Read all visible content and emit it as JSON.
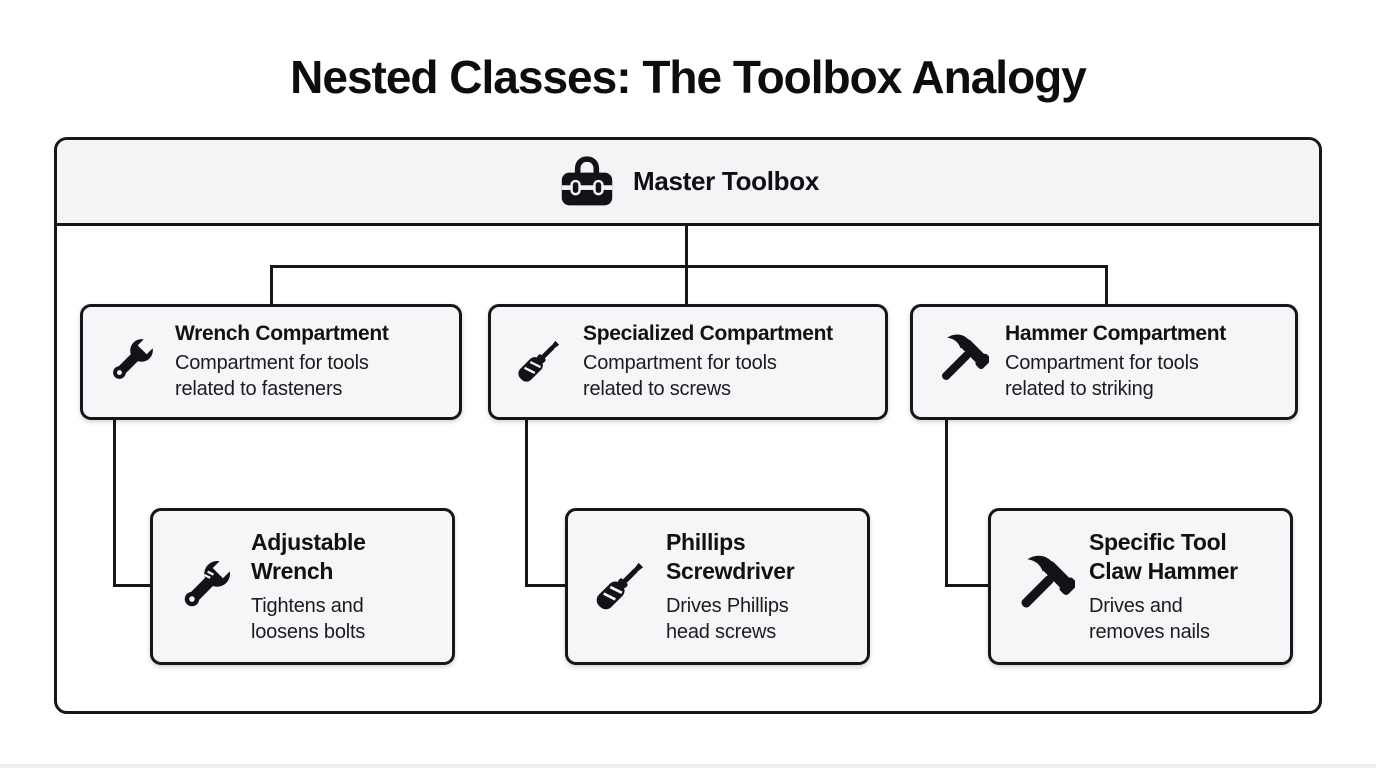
{
  "title": "Nested Classes: The Toolbox Analogy",
  "root": {
    "label": "Master Toolbox",
    "icon": "toolbox-icon"
  },
  "compartments": [
    {
      "title": "Wrench Compartment",
      "description": "Compartment for tools related to fasteners",
      "icon": "wrench-icon"
    },
    {
      "title": "Specialized Compartment",
      "description": "Compartment for tools related to screws",
      "icon": "screwdriver-icon"
    },
    {
      "title": "Hammer Compartment",
      "description": "Compartment for tools related to striking",
      "icon": "hammer-icon"
    }
  ],
  "tools": [
    {
      "title": "Adjustable Wrench",
      "description": "Tightens and loosens bolts",
      "icon": "adjustable-wrench-icon"
    },
    {
      "title": "Phillips Screwdriver",
      "description": "Drives Phillips head screws",
      "icon": "screwdriver-icon"
    },
    {
      "title": "Specific Tool Claw Hammer",
      "description": "Drives and removes nails",
      "icon": "hammer-icon"
    }
  ],
  "colors": {
    "background": "#ffffff",
    "border": "#17171b",
    "header_bg": "#f4f4f6",
    "box_bg": "#f6f6f8",
    "text": "#121215"
  }
}
